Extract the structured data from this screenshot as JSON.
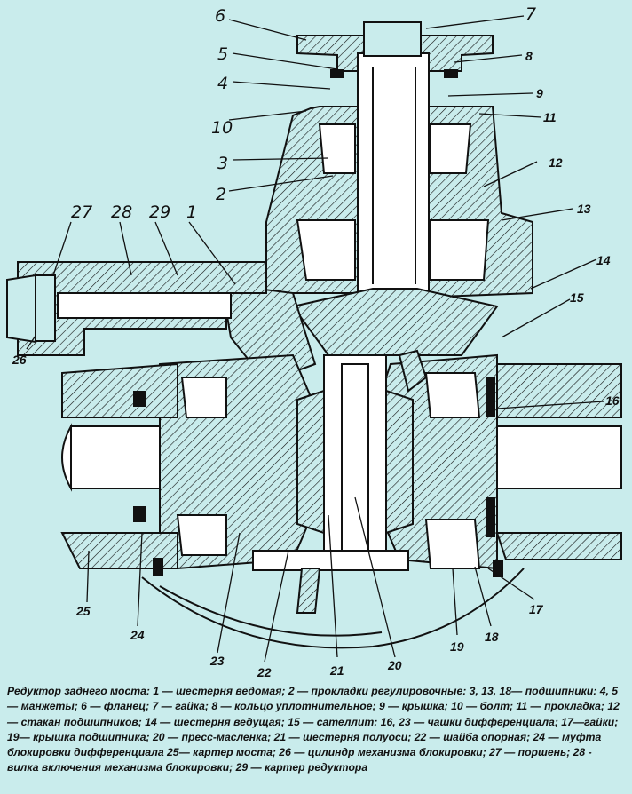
{
  "figure": {
    "callouts": [
      {
        "number": "1"
      },
      {
        "number": "2"
      },
      {
        "number": "3"
      },
      {
        "number": "4"
      },
      {
        "number": "5"
      },
      {
        "number": "6"
      },
      {
        "number": "7"
      },
      {
        "number": "8"
      },
      {
        "number": "9"
      },
      {
        "number": "10"
      },
      {
        "number": "11"
      },
      {
        "number": "12"
      },
      {
        "number": "13"
      },
      {
        "number": "14"
      },
      {
        "number": "15"
      },
      {
        "number": "16"
      },
      {
        "number": "17"
      },
      {
        "number": "18"
      },
      {
        "number": "19"
      },
      {
        "number": "20"
      },
      {
        "number": "21"
      },
      {
        "number": "22"
      },
      {
        "number": "23"
      },
      {
        "number": "24"
      },
      {
        "number": "25"
      },
      {
        "number": "26"
      },
      {
        "number": "27"
      },
      {
        "number": "28"
      },
      {
        "number": "29"
      }
    ]
  },
  "caption": {
    "text": "Редуктор заднего моста: 1 — шестерня ведомая; 2 — прокладки регулировочные: 3, 13, 18— подшипники: 4, 5 — манжеты; 6 — фланец; 7 — гайка; 8 — кольцо уплотнительное; 9 — крышка; 10 — болт; 11 — прокладка; 12 — стакан подшипников; 14 — шестерня ведущая; 15 — сателлит: 16, 23 — чашки дифференциала; 17—гайки; 19— крышка подшипника; 20 — пресс-масленка; 21 — шестерня полуоси; 22 — шайба опорная; 24 — муфта блокировки дифференциала 25— картер моста; 26 — цилиндр механизма блокировки; 27 — поршень; 28 - вилка включения механизма блокировки; 29 — картер редуктора"
  }
}
